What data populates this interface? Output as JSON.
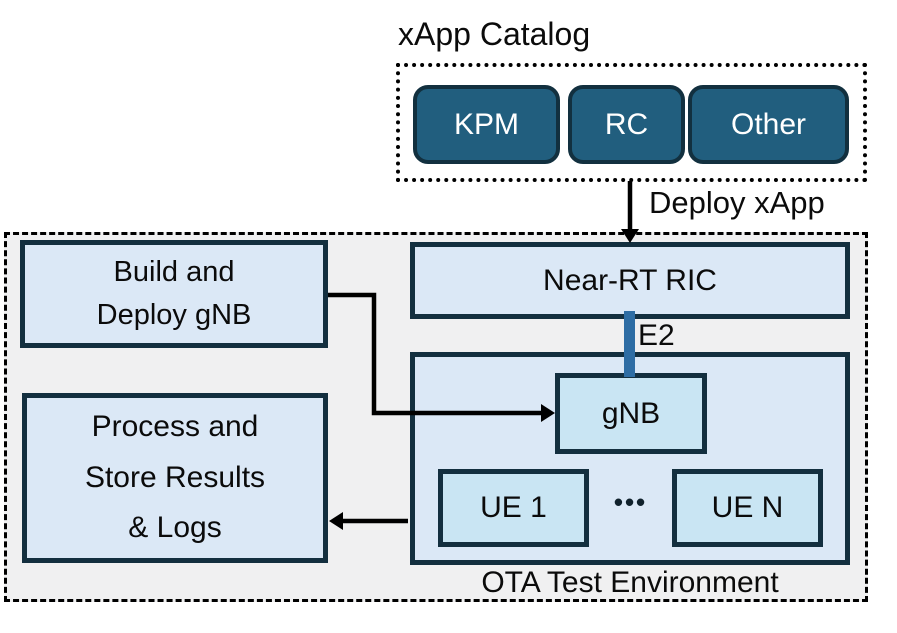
{
  "colors": {
    "chip_fill": "#215e7e",
    "chip_border": "#12303f",
    "box_fill": "#dbe8f6",
    "inner_fill": "#c9e5f3",
    "box_border": "#132f3f",
    "env_fill": "#f0f0f1",
    "e2_blue": "#2e6da4",
    "arrow": "#000000"
  },
  "catalog": {
    "title": "xApp Catalog",
    "chips": [
      {
        "label": "KPM"
      },
      {
        "label": "RC"
      },
      {
        "label": "Other"
      }
    ]
  },
  "deploy": {
    "label": "Deploy xApp"
  },
  "environment": {
    "ric_label": "Near-RT RIC",
    "e2_label": "E2",
    "build": {
      "lines": [
        "Build and",
        "Deploy gNB"
      ]
    },
    "process": {
      "lines": [
        "Process and",
        "Store Results",
        "& Logs"
      ]
    },
    "ota": {
      "label": "OTA Test Environment",
      "gnb_label": "gNB",
      "ue_first_label": "UE 1",
      "ue_last_label": "UE N",
      "ellipsis": "•••"
    }
  }
}
